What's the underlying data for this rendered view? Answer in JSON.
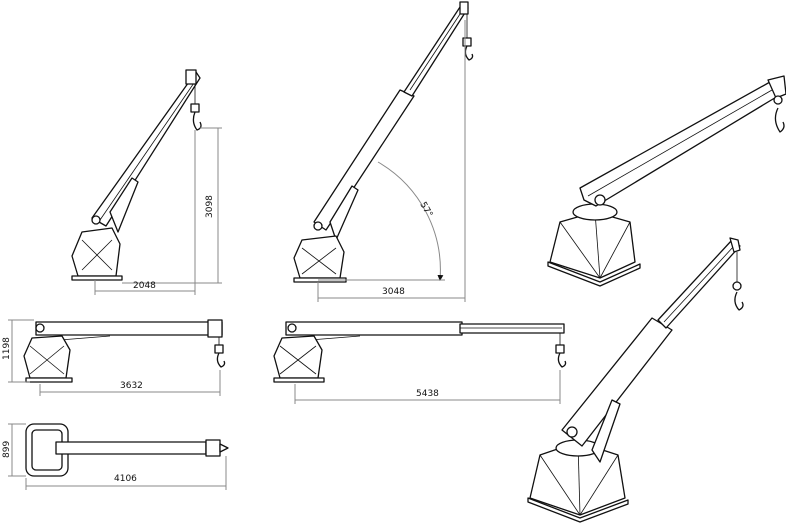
{
  "drawing": {
    "views": [
      {
        "name": "raised-compact",
        "dimensions": {
          "height": "3098",
          "reach": "2048"
        }
      },
      {
        "name": "raised-extended",
        "dimensions": {
          "reach": "3048",
          "angle": "57°"
        }
      },
      {
        "name": "horizontal-compact",
        "dimensions": {
          "height": "1198",
          "reach": "3632"
        }
      },
      {
        "name": "horizontal-extended",
        "dimensions": {
          "reach": "5438"
        }
      },
      {
        "name": "top-view",
        "dimensions": {
          "width": "899",
          "length": "4106"
        }
      }
    ]
  }
}
